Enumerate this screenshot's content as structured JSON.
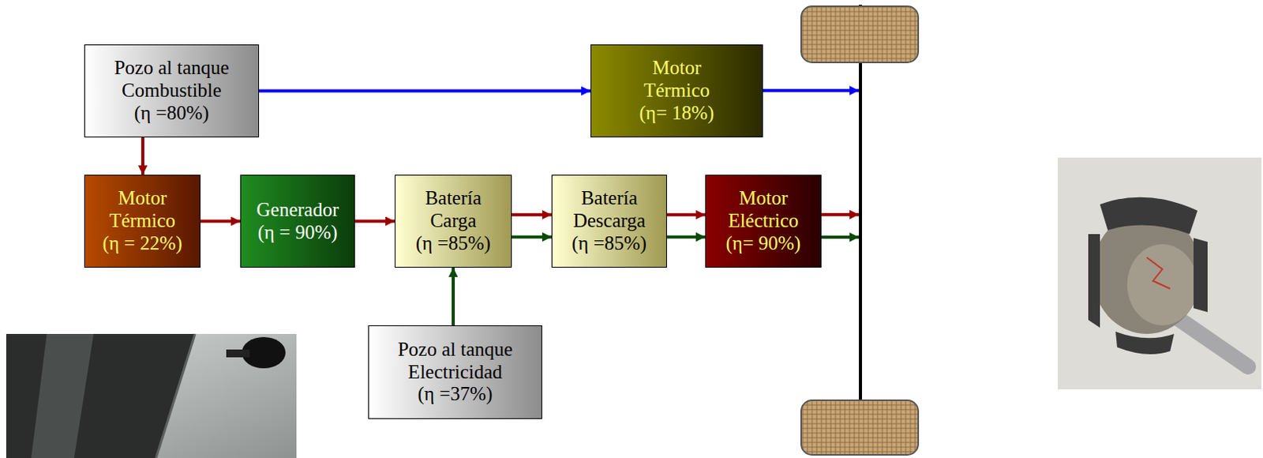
{
  "diagram": {
    "nodes": [
      {
        "text": [
          "Pozo al tanque Combustible",
          "(η =80%)"
        ]
      },
      {
        "text": [
          "Motor Térmico",
          "(η= 18%)"
        ]
      },
      {
        "text": [
          "Motor Térmico",
          "(η = 22%)"
        ]
      },
      {
        "text": [
          "Generador",
          "(η = 90%)"
        ]
      },
      {
        "text": [
          "Batería Carga",
          "(η =85%)"
        ]
      },
      {
        "text": [
          "Batería Descarga",
          "(η =85%)"
        ]
      },
      {
        "text": [
          "Motor Eléctrico",
          "(η= 90%)"
        ]
      },
      {
        "text": [
          "Pozo al tanque Electricidad",
          "(η =37%)"
        ]
      }
    ],
    "edges": [
      {
        "from": 0,
        "to": 1,
        "arrow": "to"
      },
      {
        "from": 0,
        "to": 2,
        "arrow": "to"
      },
      {
        "from": 2,
        "to": 3,
        "arrow": "to"
      },
      {
        "from": 3,
        "to": 4,
        "arrow": "to"
      },
      {
        "from": 4,
        "to": 5,
        "arrow": "to"
      },
      {
        "from": 4,
        "to": 5,
        "arrow": "to"
      },
      {
        "from": 5,
        "to": 6,
        "arrow": "to"
      },
      {
        "from": 5,
        "to": 6,
        "arrow": "to"
      },
      {
        "from": 7,
        "to": 4,
        "arrow": "to"
      }
    ]
  }
}
